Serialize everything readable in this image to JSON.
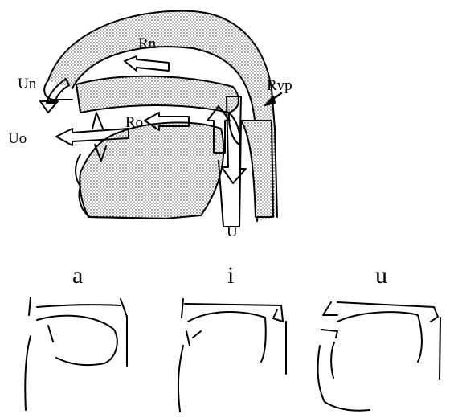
{
  "diagram": {
    "labels": {
      "rn": "Rn",
      "un": "Un",
      "rvp": "Rvp",
      "ro": "Ro",
      "uo": "Uo",
      "u": "U"
    },
    "vowels": [
      "a",
      "i",
      "u"
    ]
  }
}
